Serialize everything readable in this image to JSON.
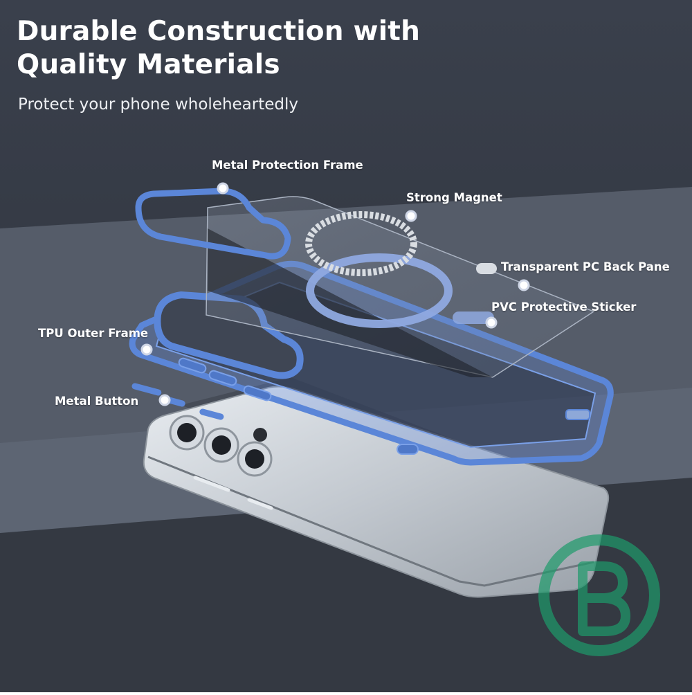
{
  "headline": {
    "line1": "Durable Construction with",
    "line2": "Quality Materials"
  },
  "subheadline": "Protect your phone wholeheartedly",
  "callouts": [
    {
      "label": "Metal Protection Frame"
    },
    {
      "label": "Strong Magnet"
    },
    {
      "label": "Transparent PC Back Pane"
    },
    {
      "label": "PVC Protective Sticker"
    },
    {
      "label": "TPU Outer Frame"
    },
    {
      "label": "Metal Button"
    }
  ],
  "icons": {
    "callout_dot": "dot-marker-icon",
    "watermark": "b-logo-watermark-icon"
  },
  "colors": {
    "background": "#3e4451",
    "frame_blue": "#5b86d8",
    "phone_silver": "#c9cfd6",
    "watermark_green": "#1e9b6b",
    "text": "#ffffff"
  }
}
